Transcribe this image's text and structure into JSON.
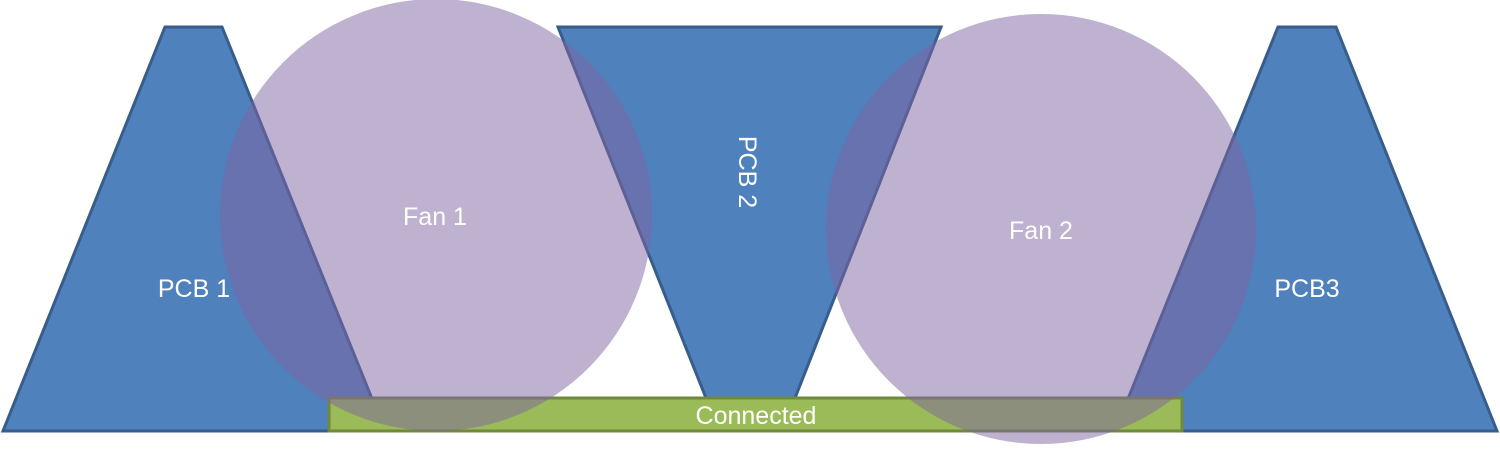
{
  "colors": {
    "pcb_fill": "#4F81BD",
    "pcb_stroke": "#385D8A",
    "fan_fill": "#8064A2",
    "connector_fill": "#9BBB59",
    "connector_stroke": "#71893F",
    "label": "#FFFFFF"
  },
  "labels": {
    "pcb1": "PCB 1",
    "pcb2": "PCB 2",
    "pcb3": "PCB3",
    "fan1": "Fan 1",
    "fan2": "Fan 2",
    "connector": "Connected"
  }
}
